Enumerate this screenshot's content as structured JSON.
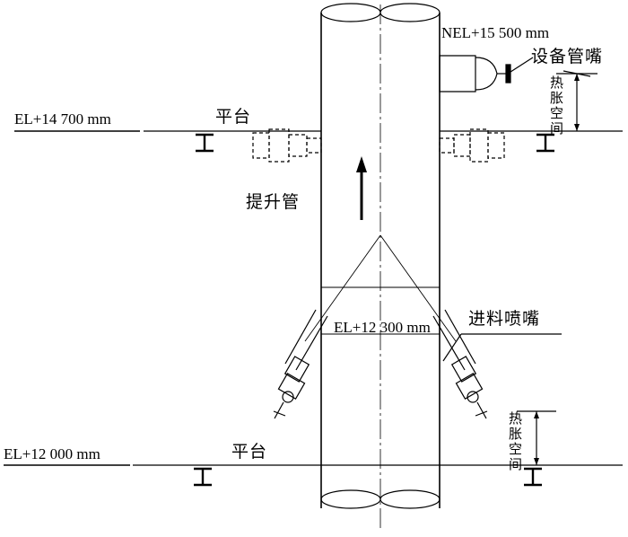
{
  "labels": {
    "nel_15500": "NEL+15 500 mm",
    "nozzle_equipment": "设备管嘴",
    "el_14700": "EL+14 700 mm",
    "platform_upper": "平台",
    "thermal_space_upper": "热胀空间",
    "riser": "提升管",
    "feed_nozzle": "进料喷嘴",
    "el_12300": "EL+12 300 mm",
    "el_12000": "EL+12 000 mm",
    "platform_lower": "平台",
    "thermal_space_lower": "热胀空间"
  },
  "colors": {
    "line": "#000000",
    "background": "#ffffff"
  }
}
